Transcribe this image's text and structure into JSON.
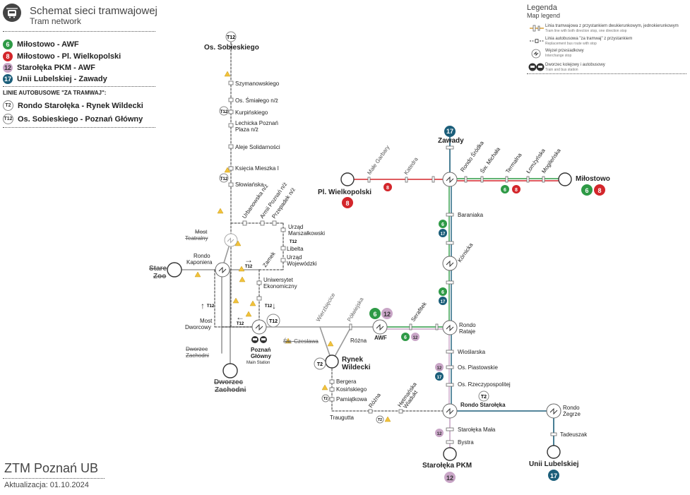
{
  "header": {
    "title": "Schemat sieci tramwajowej",
    "subtitle": "Tram network"
  },
  "routes": [
    {
      "number": "6",
      "name": "Miłostowo - AWF",
      "color": "#2e9a46",
      "cls": "g"
    },
    {
      "number": "8",
      "name": "Miłostowo - Pl. Wielkopolski",
      "color": "#d3262b",
      "cls": "r"
    },
    {
      "number": "12",
      "name": "Starołęka PKM - AWF",
      "color": "#c9a6c7",
      "cls": "p"
    },
    {
      "number": "17",
      "name": "Unii Lubelskiej - Zawady",
      "color": "#1b5e7a",
      "cls": "b"
    }
  ],
  "bus_header": "LINIE AUTOBUSOWE \"ZA TRAMWAJ\":",
  "bus_routes": [
    {
      "number": "T2",
      "name": "Rondo Starołęka - Rynek Wildecki"
    },
    {
      "number": "T12",
      "name": "Os. Sobieskiego - Poznań Główny"
    }
  ],
  "legend": {
    "title": "Legenda",
    "subtitle": "Map legend",
    "items": [
      {
        "text": "Linia tramwajowa z przystankiem dwukierunkowym, jednokierunkowym",
        "small": "Tram line with both direction stop, one direction stop"
      },
      {
        "text": "Linia autobusowa \"za tramwaj\" z przystankiem",
        "small": "Replacement bus route with stop"
      },
      {
        "text": "Węzeł przesiadkowy",
        "small": "Interchange stop"
      },
      {
        "text": "Dworzec kolejowy i autobusowy",
        "small": "Train and bus station"
      }
    ]
  },
  "footer": {
    "title": "ZTM Poznań UB",
    "updated": "Aktualizacja: 01.10.2024"
  },
  "map": {
    "stops": {
      "os_sobieskiego": "Os. Sobieskiego",
      "szymanowskiego": "Szymanowskiego",
      "os_smialego": "Os. Śmiałego n/ż",
      "kurpinskiego": "Kurpińskiego",
      "lechicka_1": "Lechicka Poznań",
      "lechicka_2": "Plaza n/ż",
      "aleje_solidarnosci": "Aleje Solidarności",
      "ksiecia_mieszka": "Księcia Mieszka I",
      "slowianska": "Słowiańska",
      "urbanowska": "Urbanowska n/ż",
      "armii_poznan": "Armii Poznań n/ż",
      "przepadek": "Przepadek n/ż",
      "urzad_marszalkowski_1": "Urząd",
      "urzad_marszalkowski_2": "Marszałkowski",
      "libelta": "Libelta",
      "urzad_wojewodzki_1": "Urząd",
      "urzad_wojewodzki_2": "Wojewódzki",
      "most_teatralny_1": "Most",
      "most_teatralny_2": "Teatralny",
      "rondo_kaponiera_1": "Rondo",
      "rondo_kaponiera_2": "Kaponiera",
      "zamek": "Zamek",
      "stare_zoo_1": "Stare",
      "stare_zoo_2": "Zoo",
      "uniwersytet_1": "Uniwersytet",
      "uniwersytet_2": "Ekonomiczny",
      "most_dworcowy_1": "Most",
      "most_dworcowy_2": "Dworcowy",
      "dworzec_zachodni_1": "Dworzec",
      "dworzec_zachodni_2": "Zachodni",
      "dworzec_zachodni_big_1": "Dworzec",
      "dworzec_zachodni_big_2": "Zachodni",
      "poznan_glowny_1": "Poznań",
      "poznan_glowny_2": "Główny",
      "poznan_glowny_3": "Main Station",
      "wierzbiecice": "Wierzbięcice",
      "polwiejska": "Półwiejska",
      "sw_czeslawa": "Św. Czesława",
      "rozna_top": "Różna",
      "awf": "AWF",
      "serafitek": "Serafitek",
      "rynek_wildecki_1": "Rynek",
      "rynek_wildecki_2": "Wildecki",
      "bergera": "Bergera",
      "kosinskiego": "Kosińskiego",
      "pamiatkowa": "Pamiątkowa",
      "traugutta": "Traugutta",
      "rozna_bottom": "Różna",
      "hetmanska_1": "Hetmańska",
      "hetmanska_2": "Wiadukt",
      "pl_wielkopolski": "Pl. Wielkopolski",
      "male_garbary": "Małe Garbary",
      "katedra": "Katedra",
      "zawady": "Zawady",
      "rondo_srodka": "Rondo Śródka",
      "sw_michala": "Św. Michała",
      "termalna": "Termalna",
      "lomzynska": "Łomżyńska",
      "mogilenska": "Mogileńska",
      "milostowo": "Miłostowo",
      "baraniaka": "Baraniaka",
      "kornicka": "Kórnicka",
      "rondo_rataje_1": "Rondo",
      "rondo_rataje_2": "Rataje",
      "wioslarska": "Wioślarska",
      "os_piastowskie": "Os. Piastowskie",
      "os_rzeczypospolitej": "Os. Rzeczypospolitej",
      "rondo_staroleka": "Rondo Starołęka",
      "rondo_zegrze_1": "Rondo",
      "rondo_zegrze_2": "Żegrze",
      "tadeuszak": "Tadeuszak",
      "unii_lubelskiej": "Unii Lubelskiej",
      "stroleka_mala": "Starołęka Mała",
      "bystra": "Bystra",
      "staroleka_pkm": "Starołęka PKM"
    },
    "badges": {
      "t12": "T12",
      "t2": "T2",
      "l6": "6",
      "l8": "8",
      "l12": "12",
      "l17": "17"
    },
    "arrows": {
      "right": "→",
      "down": "↓",
      "up": "↑",
      "left": "←"
    }
  }
}
